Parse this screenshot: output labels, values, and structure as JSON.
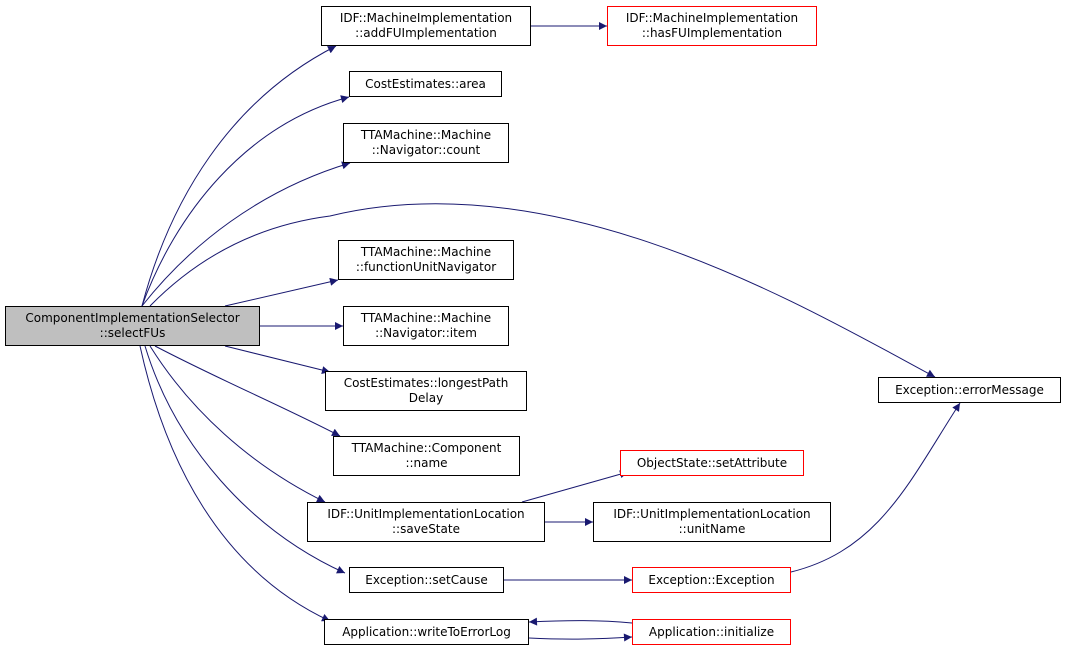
{
  "colors": {
    "edge": "#191970",
    "node_border": "#000000",
    "truncated_border": "#ff0000",
    "root_fill": "#bfbfbf"
  },
  "nodes": [
    {
      "id": "root",
      "lines": [
        "ComponentImplementationSelector",
        "::selectFUs"
      ],
      "style": "root"
    },
    {
      "id": "addfu",
      "lines": [
        "IDF::MachineImplementation",
        "::addFUImplementation"
      ],
      "style": "normal"
    },
    {
      "id": "hasfu",
      "lines": [
        "IDF::MachineImplementation",
        "::hasFUImplementation"
      ],
      "style": "truncated"
    },
    {
      "id": "area",
      "lines": [
        "CostEstimates::area"
      ],
      "style": "normal"
    },
    {
      "id": "count",
      "lines": [
        "TTAMachine::Machine",
        "::Navigator::count"
      ],
      "style": "normal"
    },
    {
      "id": "funav",
      "lines": [
        "TTAMachine::Machine",
        "::functionUnitNavigator"
      ],
      "style": "normal"
    },
    {
      "id": "item",
      "lines": [
        "TTAMachine::Machine",
        "::Navigator::item"
      ],
      "style": "normal"
    },
    {
      "id": "longest",
      "lines": [
        "CostEstimates::longestPath",
        "Delay"
      ],
      "style": "normal"
    },
    {
      "id": "compname",
      "lines": [
        "TTAMachine::Component",
        "::name"
      ],
      "style": "normal"
    },
    {
      "id": "savestate",
      "lines": [
        "IDF::UnitImplementationLocation",
        "::saveState"
      ],
      "style": "normal"
    },
    {
      "id": "setattr",
      "lines": [
        "ObjectState::setAttribute"
      ],
      "style": "truncated"
    },
    {
      "id": "unitname",
      "lines": [
        "IDF::UnitImplementationLocation",
        "::unitName"
      ],
      "style": "normal"
    },
    {
      "id": "setcause",
      "lines": [
        "Exception::setCause"
      ],
      "style": "normal"
    },
    {
      "id": "exception",
      "lines": [
        "Exception::Exception"
      ],
      "style": "truncated"
    },
    {
      "id": "errmsg",
      "lines": [
        "Exception::errorMessage"
      ],
      "style": "normal"
    },
    {
      "id": "writelog",
      "lines": [
        "Application::writeToErrorLog"
      ],
      "style": "normal"
    },
    {
      "id": "appinit",
      "lines": [
        "Application::initialize"
      ],
      "style": "truncated"
    }
  ],
  "edges": [
    {
      "from": "root",
      "to": "addfu"
    },
    {
      "from": "root",
      "to": "area"
    },
    {
      "from": "root",
      "to": "count"
    },
    {
      "from": "root",
      "to": "errmsg"
    },
    {
      "from": "root",
      "to": "funav"
    },
    {
      "from": "root",
      "to": "item"
    },
    {
      "from": "root",
      "to": "longest"
    },
    {
      "from": "root",
      "to": "compname"
    },
    {
      "from": "root",
      "to": "savestate"
    },
    {
      "from": "root",
      "to": "setcause"
    },
    {
      "from": "root",
      "to": "writelog"
    },
    {
      "from": "addfu",
      "to": "hasfu"
    },
    {
      "from": "savestate",
      "to": "setattr"
    },
    {
      "from": "savestate",
      "to": "unitname"
    },
    {
      "from": "setcause",
      "to": "exception"
    },
    {
      "from": "exception",
      "to": "errmsg"
    },
    {
      "from": "writelog",
      "to": "appinit"
    },
    {
      "from": "appinit",
      "to": "writelog"
    }
  ]
}
